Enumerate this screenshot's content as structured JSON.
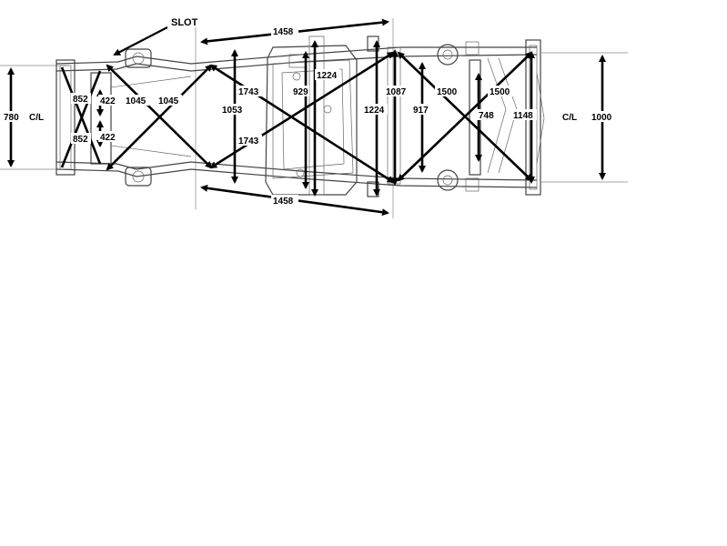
{
  "diagram": {
    "callout": "SLOT",
    "labels": {
      "top_1458": "1458",
      "bottom_1458": "1458",
      "left_780": "780",
      "left_cl": "C/L",
      "left_852_upper": "852",
      "left_852_lower": "852",
      "left_422_upper": "422",
      "left_422_lower": "422",
      "diag_1045_left": "1045",
      "diag_1045_right": "1045",
      "vert_1053": "1053",
      "diag_1743_upper": "1743",
      "diag_1743_lower": "1743",
      "vert_929": "929",
      "vert_1224_mid": "1224",
      "vert_1224_right": "1224",
      "vert_1087": "1087",
      "vert_917": "917",
      "diag_1500_left": "1500",
      "diag_1500_right": "1500",
      "vert_748": "748",
      "vert_1148": "1148",
      "right_cl": "C/L",
      "right_1000": "1000"
    }
  }
}
